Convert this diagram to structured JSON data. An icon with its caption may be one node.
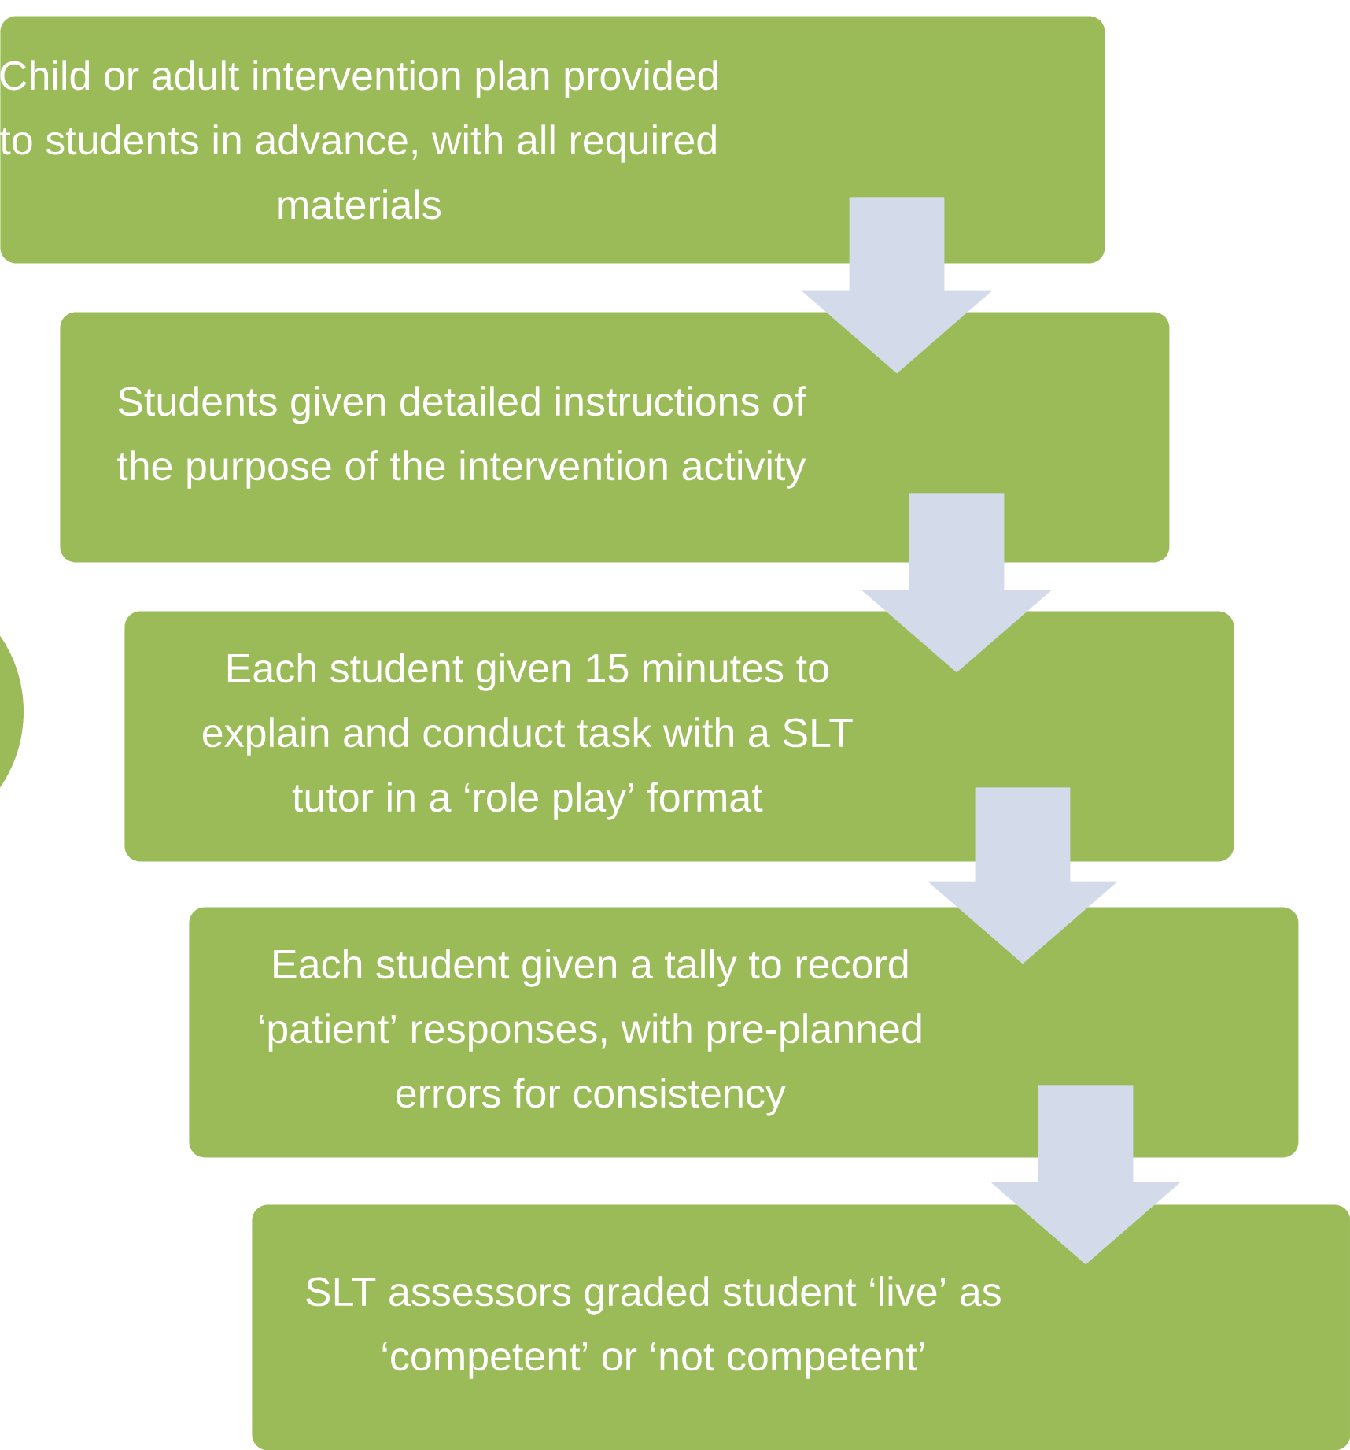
{
  "diagram": {
    "nodes": [
      {
        "text": [
          "Child or adult intervention plan provided to students in advance, with all required materials"
        ]
      },
      {
        "text": [
          "Students given detailed instructions of the purpose of the intervention activity"
        ]
      },
      {
        "text": [
          "Each student given 15 minutes to explain and conduct task with a SLT tutor in a ‘role play’ format"
        ]
      },
      {
        "text": [
          "Each student given a tally to record ‘patient’ responses, with pre-planned errors for consistency"
        ]
      },
      {
        "text": [
          "SLT assessors graded student ‘live’ as ‘competent’ or ‘not competent’"
        ]
      }
    ],
    "edges": [
      {
        "from": 0,
        "to": 1,
        "arrow": "to"
      },
      {
        "from": 1,
        "to": 2,
        "arrow": "to"
      },
      {
        "from": 2,
        "to": 3,
        "arrow": "to"
      },
      {
        "from": 3,
        "to": 4,
        "arrow": "to"
      }
    ]
  }
}
